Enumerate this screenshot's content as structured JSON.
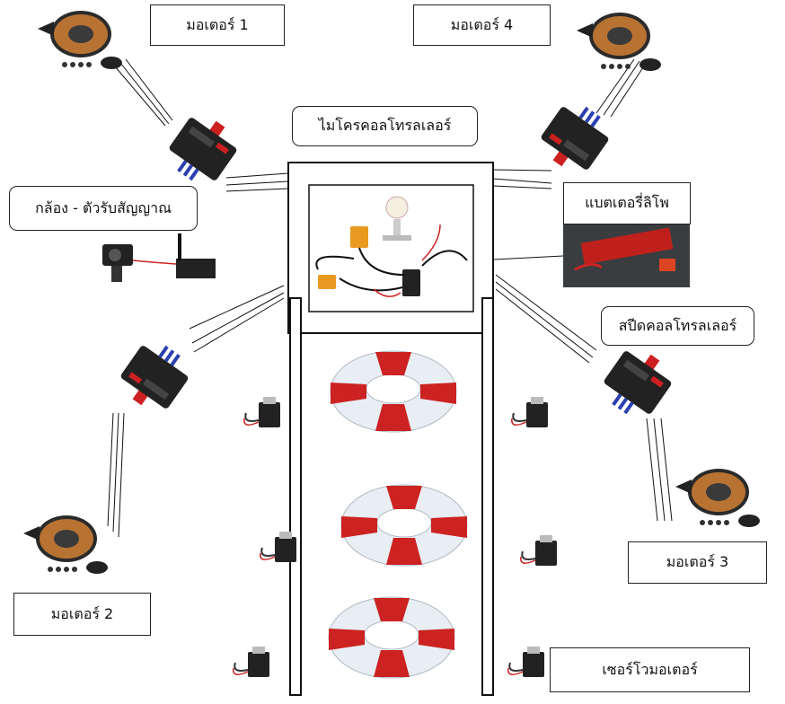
{
  "labels": {
    "motor1": "มอเตอร์  1",
    "motor2": "มอเตอร์  2",
    "motor3": "มอเตอร์  3",
    "motor4": "มอเตอร์  4",
    "microcontroller": "ไมโครคอลโทรลเลอร์",
    "camera_receiver": "กล้อง - ตัวรับสัญญาณ",
    "battery": "แบตเตอรี่ลิโพ",
    "speed_controller": "สปีดคอลโทรลเลอร์",
    "servo": "เซอร์โวมอเตอร์"
  },
  "colors": {
    "line": "#111111",
    "esc_body": "#222222",
    "esc_red": "#cc2020",
    "esc_blue": "#2a3fb0",
    "motor_copper": "#b87333",
    "motor_dark": "#2b2b2b",
    "ring_white": "#e8eef4",
    "ring_red": "#cc2222",
    "battery_red": "#c0201c",
    "gps_orange": "#e89a20"
  },
  "icons": {
    "motor": "brushless-motor-icon",
    "esc": "esc-module-icon",
    "servo": "servo-motor-icon",
    "battery": "lipo-battery-icon",
    "camera": "camera-icon",
    "lifebuoy": "life-ring-icon"
  }
}
